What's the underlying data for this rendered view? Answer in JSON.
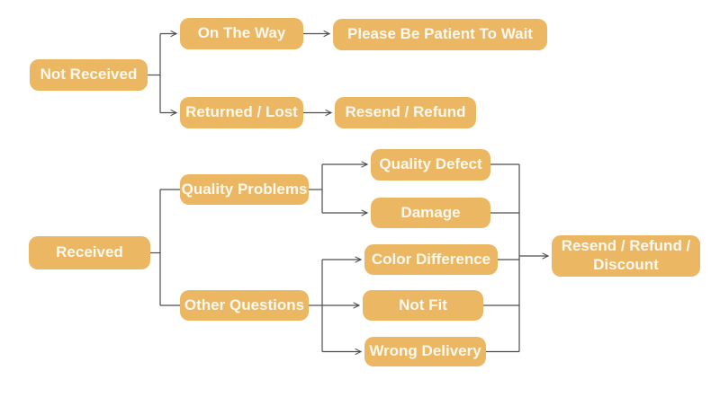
{
  "colors": {
    "node_fill": "#ecb763",
    "node_text": "#fbf8ef",
    "connector": "#4d4d4d",
    "background": "#ffffff"
  },
  "nodes": {
    "not_received": {
      "label": "Not Received"
    },
    "on_the_way": {
      "label": "On The Way"
    },
    "please_wait": {
      "label": "Please Be Patient To Wait"
    },
    "returned_lost": {
      "label": "Returned / Lost"
    },
    "resend_refund": {
      "label": "Resend / Refund"
    },
    "received": {
      "label": "Received"
    },
    "quality_problems": {
      "label": "Quality Problems"
    },
    "quality_defect": {
      "label": "Quality Defect"
    },
    "damage": {
      "label": "Damage"
    },
    "other_questions": {
      "label": "Other Questions"
    },
    "color_difference": {
      "label": "Color Difference"
    },
    "not_fit": {
      "label": "Not Fit"
    },
    "wrong_delivery": {
      "label": "Wrong Delivery"
    },
    "resend_refund_discount": {
      "label": "Resend / Refund / Discount"
    }
  },
  "edges": [
    {
      "from": "not_received",
      "to": "on_the_way"
    },
    {
      "from": "not_received",
      "to": "returned_lost"
    },
    {
      "from": "on_the_way",
      "to": "please_wait"
    },
    {
      "from": "returned_lost",
      "to": "resend_refund"
    },
    {
      "from": "received",
      "to": "quality_problems"
    },
    {
      "from": "received",
      "to": "other_questions"
    },
    {
      "from": "quality_problems",
      "to": "quality_defect"
    },
    {
      "from": "quality_problems",
      "to": "damage"
    },
    {
      "from": "other_questions",
      "to": "color_difference"
    },
    {
      "from": "other_questions",
      "to": "not_fit"
    },
    {
      "from": "other_questions",
      "to": "wrong_delivery"
    },
    {
      "from": "quality_defect",
      "to": "resend_refund_discount"
    },
    {
      "from": "damage",
      "to": "resend_refund_discount"
    },
    {
      "from": "color_difference",
      "to": "resend_refund_discount"
    },
    {
      "from": "not_fit",
      "to": "resend_refund_discount"
    },
    {
      "from": "wrong_delivery",
      "to": "resend_refund_discount"
    }
  ]
}
